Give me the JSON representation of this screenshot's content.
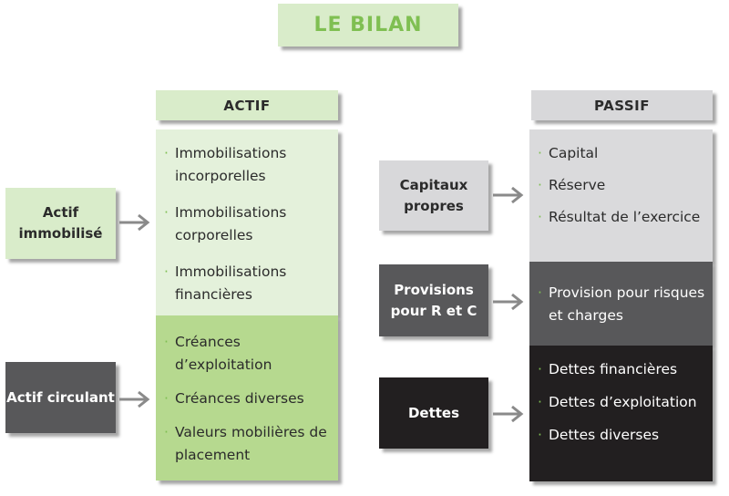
{
  "title": "LE BILAN",
  "actif": {
    "heading": "ACTIF",
    "bullet": "·",
    "immobilise_items": [
      "Immobilisations incorporelles",
      "Immobilisations corporelles",
      "Immobilisations financières"
    ],
    "circulant_items": [
      "Créances d’exploitation",
      "Créances diverses",
      "Valeurs mobilières de placement"
    ]
  },
  "passif": {
    "heading": "PASSIF",
    "capitaux_items": [
      "Capital",
      "Réserve",
      "Résultat de l’exercice"
    ],
    "provisions_items": [
      "Provision pour risques et charges"
    ],
    "dettes_items": [
      "Dettes financières",
      "Dettes d’exploitation",
      "Dettes diverses"
    ]
  },
  "labels": {
    "actif_immobilise": "Actif immobilisé",
    "actif_circulant": "Actif circulant",
    "capitaux_propres": "Capitaux propres",
    "provisions": "Provisions pour R et C",
    "dettes": "Dettes"
  },
  "colors": {
    "green_light": "#d9ecca",
    "green_mid": "#b6d98f",
    "green_accent": "#7fbf52",
    "grey_light": "#d8d8da",
    "grey_dark": "#58585a",
    "black": "#221f20",
    "arrow": "#8a8a8a"
  }
}
